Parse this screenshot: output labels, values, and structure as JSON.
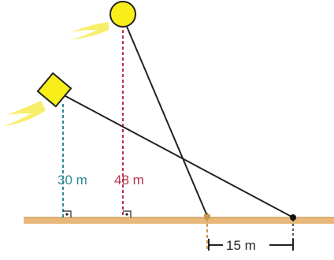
{
  "labels": {
    "square_height": "30 m",
    "circle_height": "48 m",
    "distance": "15 m"
  },
  "colors": {
    "ground": "#e8b87a",
    "ground_line": "#c8964f",
    "object_fill": "#f7ee1a",
    "object_stroke": "#222222",
    "flame": "#f9ee6a",
    "square_label": "#2e8a94",
    "circle_label": "#b8324a",
    "line": "#222222"
  },
  "icons": {
    "circle_object": "yellow-circle",
    "square_object": "yellow-square",
    "right_angle": "right-angle-marker"
  }
}
